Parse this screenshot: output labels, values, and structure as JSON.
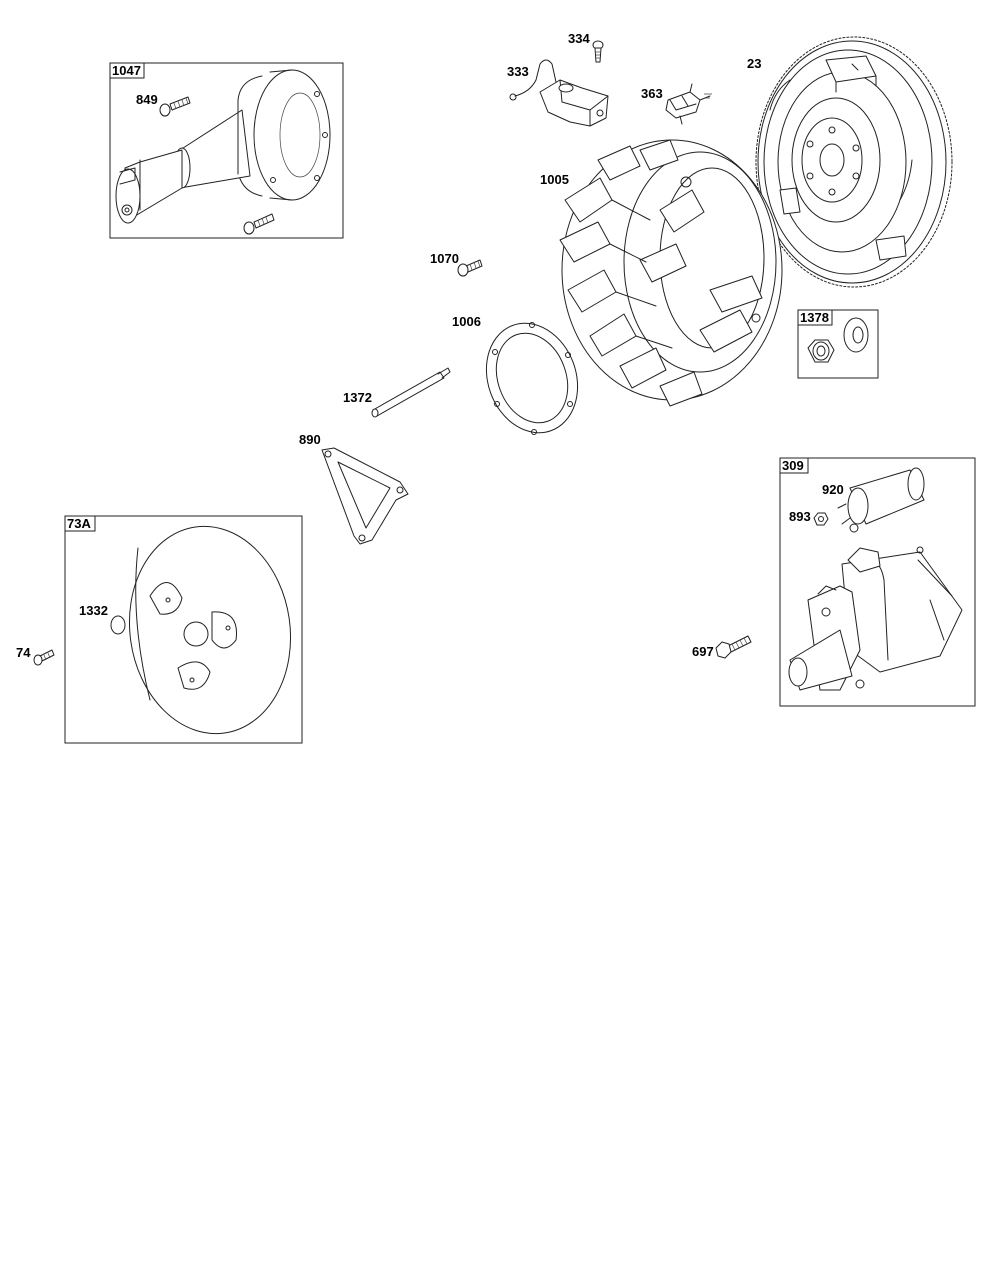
{
  "diagram": {
    "callouts": {
      "c1047": "1047",
      "c849": "849",
      "c334": "334",
      "c333": "333",
      "c363": "363",
      "c23": "23",
      "c1005": "1005",
      "c1070": "1070",
      "c1006": "1006",
      "c1378": "1378",
      "c1372": "1372",
      "c890": "890",
      "c309": "309",
      "c920": "920",
      "c893": "893",
      "c73A": "73A",
      "c1332": "1332",
      "c74": "74",
      "c697": "697"
    }
  }
}
